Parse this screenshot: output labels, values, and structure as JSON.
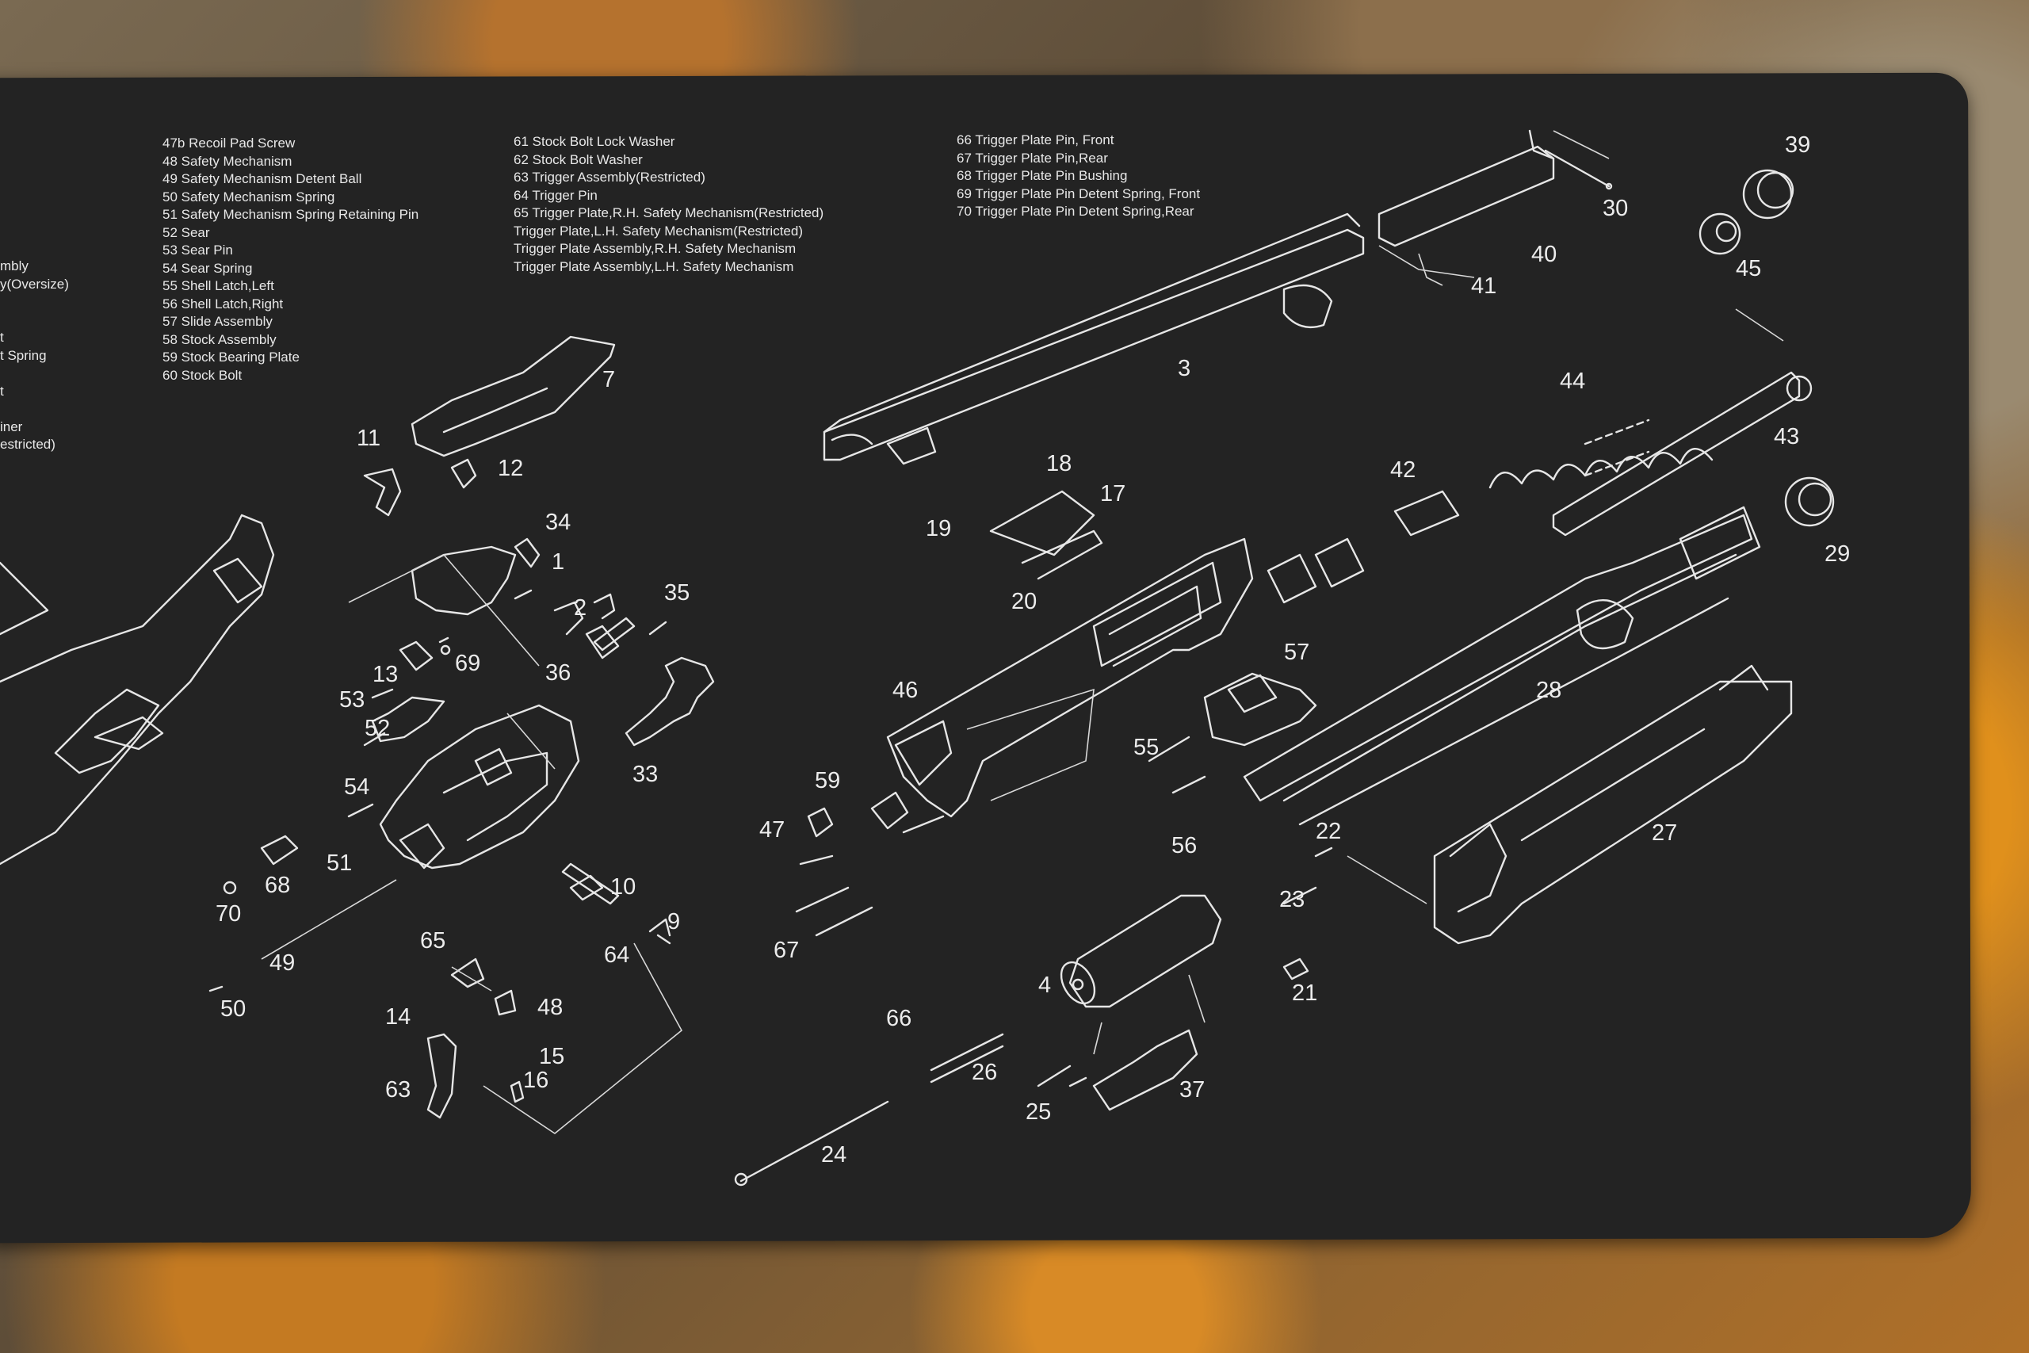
{
  "legend": {
    "col_a": [
      "mbly",
      "y(Oversize)",
      "",
      "",
      "t",
      "t Spring",
      "",
      "t",
      "",
      "iner",
      "estricted)"
    ],
    "col_b": [
      "47b Recoil Pad Screw",
      "48 Safety Mechanism",
      "49 Safety Mechanism Detent Ball",
      "50 Safety Mechanism Spring",
      "51 Safety Mechanism Spring Retaining Pin",
      "52 Sear",
      "53 Sear Pin",
      "54 Sear Spring",
      "55 Shell Latch,Left",
      "56 Shell Latch,Right",
      "57 Slide Assembly",
      "58 Stock Assembly",
      "59 Stock Bearing Plate",
      "60 Stock Bolt"
    ],
    "col_c": [
      "61 Stock Bolt Lock Washer",
      "62 Stock Bolt Washer",
      "63 Trigger Assembly(Restricted)",
      "64 Trigger Pin",
      "65 Trigger Plate,R.H. Safety Mechanism(Restricted)",
      "Trigger Plate,L.H. Safety Mechanism(Restricted)",
      "Trigger Plate Assembly,R.H. Safety Mechanism",
      "Trigger Plate Assembly,L.H. Safety Mechanism"
    ],
    "col_d": [
      "66 Trigger Plate Pin, Front",
      "67 Trigger Plate Pin,Rear",
      "68 Trigger Plate Pin Bushing",
      "69 Trigger Plate Pin Detent Spring, Front",
      "70 Trigger Plate Pin Detent Spring,Rear"
    ]
  },
  "callouts": {
    "n1": "1",
    "n2": "2",
    "n3": "3",
    "n4": "4",
    "n7": "7",
    "n9": "9",
    "n10": "10",
    "n11": "11",
    "n12": "12",
    "n13": "13",
    "n14": "14",
    "n15": "15",
    "n16": "16",
    "n17": "17",
    "n18": "18",
    "n19": "19",
    "n20": "20",
    "n21": "21",
    "n22": "22",
    "n23": "23",
    "n24": "24",
    "n25": "25",
    "n26": "26",
    "n27": "27",
    "n28": "28",
    "n29": "29",
    "n30": "30",
    "n33": "33",
    "n34": "34",
    "n35": "35",
    "n36": "36",
    "n37": "37",
    "n39": "39",
    "n40": "40",
    "n41": "41",
    "n42": "42",
    "n43": "43",
    "n44": "44",
    "n45": "45",
    "n46": "46",
    "n47": "47",
    "n48": "48",
    "n49": "49",
    "n50": "50",
    "n51": "51",
    "n52": "52",
    "n53": "53",
    "n54": "54",
    "n55": "55",
    "n56": "56",
    "n57": "57",
    "n59": "59",
    "n63": "63",
    "n64": "64",
    "n65": "65",
    "n66": "66",
    "n67": "67",
    "n68": "68",
    "n69": "69",
    "n70": "70"
  },
  "colors": {
    "mat": "#232323",
    "ink": "#e6e6e6",
    "background_accent": "#d88a26"
  }
}
